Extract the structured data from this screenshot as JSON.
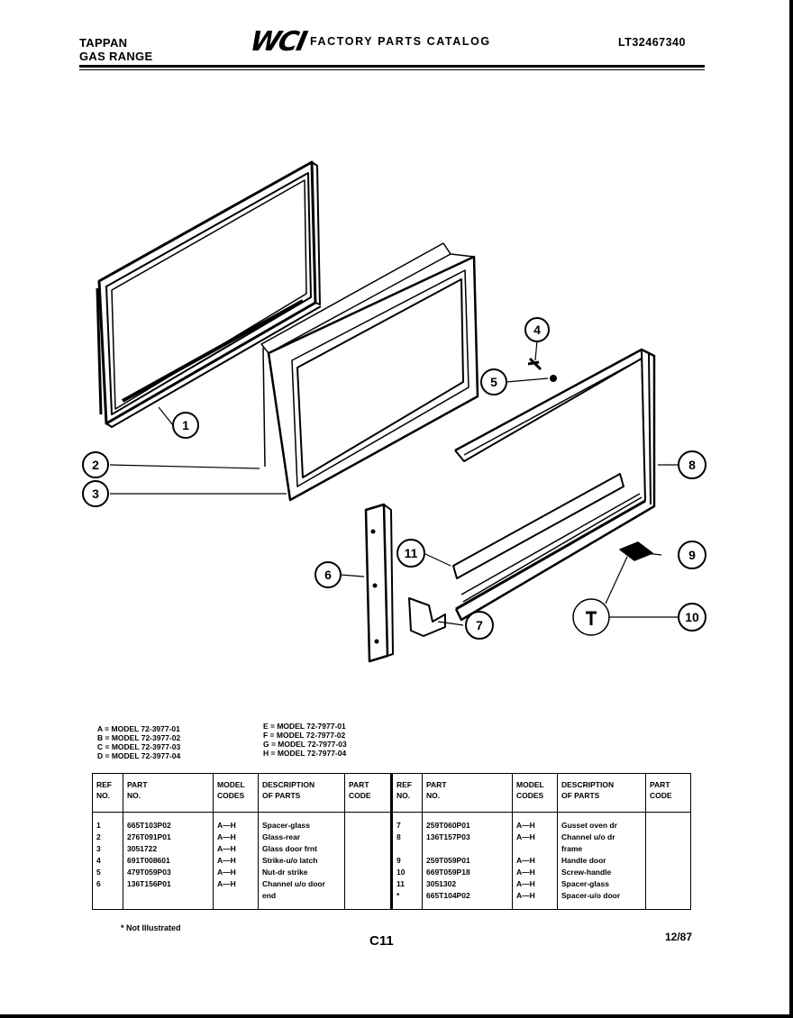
{
  "header": {
    "brand": "TAPPAN",
    "product": "GAS RANGE",
    "logo": "WCI",
    "catalog_title": "FACTORY PARTS CATALOG",
    "catalog_number": "LT32467340"
  },
  "callouts": [
    "1",
    "2",
    "3",
    "4",
    "5",
    "6",
    "7",
    "8",
    "9",
    "10",
    "11"
  ],
  "models": {
    "left": [
      "A = MODEL 72-3977-01",
      "B = MODEL 72-3977-02",
      "C = MODEL 72-3977-03",
      "D = MODEL 72-3977-04"
    ],
    "right": [
      "E = MODEL 72-7977-01",
      "F = MODEL 72-7977-02",
      "G = MODEL 72-7977-03",
      "H = MODEL 72-7977-04"
    ]
  },
  "table": {
    "headers": {
      "ref": [
        "REF",
        "NO."
      ],
      "part": [
        "PART",
        "NO."
      ],
      "model": [
        "MODEL",
        "CODES"
      ],
      "desc": [
        "DESCRIPTION",
        "OF PARTS"
      ],
      "code": [
        "PART",
        "CODE"
      ]
    },
    "left": {
      "ref": [
        "1",
        "2",
        "3",
        "4",
        "5",
        "6",
        ""
      ],
      "part": [
        "665T103P02",
        "276T091P01",
        "3051722",
        "691T008601",
        "479T059P03",
        "136T156P01",
        ""
      ],
      "model": [
        "A—H",
        "A—H",
        "A—H",
        "A—H",
        "A—H",
        "A—H",
        ""
      ],
      "desc": [
        "Spacer-glass",
        "Glass-rear",
        "Glass door frnt",
        "Strike-u/o latch",
        "Nut-dr strike",
        "Channel u/o door",
        "end"
      ]
    },
    "right": {
      "ref": [
        "7",
        "8",
        "",
        "9",
        "10",
        "11",
        "*"
      ],
      "part": [
        "259T060P01",
        "136T157P03",
        "",
        "259T059P01",
        "669T059P18",
        "3051302",
        "665T104P02"
      ],
      "model": [
        "A—H",
        "A—H",
        "",
        "A—H",
        "A—H",
        "A—H",
        "A—H"
      ],
      "desc": [
        "Gusset oven dr",
        "Channel u/o dr",
        "frame",
        "Handle door",
        "Screw-handle",
        "Spacer-glass",
        "Spacer-u/o door"
      ]
    }
  },
  "footer": {
    "note": "* Not Illustrated",
    "page_code": "C11",
    "date": "12/87"
  }
}
